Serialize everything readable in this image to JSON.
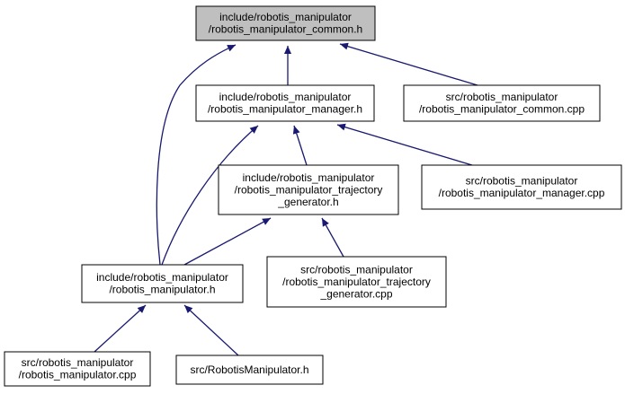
{
  "graph": {
    "colors": {
      "background": "#ffffff",
      "node_fill": "#ffffff",
      "focus_fill": "#bfbfbf",
      "border": "#000000",
      "edge": "#191970"
    },
    "nodes": [
      {
        "id": "common_h",
        "lines": [
          "include/robotis_manipulator",
          "/robotis_manipulator_common.h"
        ],
        "focus": true
      },
      {
        "id": "manager_h",
        "lines": [
          "include/robotis_manipulator",
          "/robotis_manipulator_manager.h"
        ],
        "focus": false
      },
      {
        "id": "common_cpp",
        "lines": [
          "src/robotis_manipulator",
          "/robotis_manipulator_common.cpp"
        ],
        "focus": false
      },
      {
        "id": "traj_h",
        "lines": [
          "include/robotis_manipulator",
          "/robotis_manipulator_trajectory",
          "_generator.h"
        ],
        "focus": false
      },
      {
        "id": "manager_cpp",
        "lines": [
          "src/robotis_manipulator",
          "/robotis_manipulator_manager.cpp"
        ],
        "focus": false
      },
      {
        "id": "manip_h",
        "lines": [
          "include/robotis_manipulator",
          "/robotis_manipulator.h"
        ],
        "focus": false
      },
      {
        "id": "traj_cpp",
        "lines": [
          "src/robotis_manipulator",
          "/robotis_manipulator_trajectory",
          "_generator.cpp"
        ],
        "focus": false
      },
      {
        "id": "manip_cpp",
        "lines": [
          "src/robotis_manipulator",
          "/robotis_manipulator.cpp"
        ],
        "focus": false
      },
      {
        "id": "robotis_h",
        "lines": [
          "src/RobotisManipulator.h"
        ],
        "focus": false
      }
    ],
    "edges": [
      {
        "id": "manager_h-to-common_h",
        "from": "manager_h",
        "to": "common_h"
      },
      {
        "id": "common_cpp-to-common_h",
        "from": "common_cpp",
        "to": "common_h"
      },
      {
        "id": "manip_h-to-common_h",
        "from": "manip_h",
        "to": "common_h"
      },
      {
        "id": "traj_h-to-manager_h",
        "from": "traj_h",
        "to": "manager_h"
      },
      {
        "id": "manager_cpp-to-manager_h",
        "from": "manager_cpp",
        "to": "manager_h"
      },
      {
        "id": "manip_h-to-manager_h",
        "from": "manip_h",
        "to": "manager_h"
      },
      {
        "id": "manip_h-to-traj_h",
        "from": "manip_h",
        "to": "traj_h"
      },
      {
        "id": "traj_cpp-to-traj_h",
        "from": "traj_cpp",
        "to": "traj_h"
      },
      {
        "id": "manip_cpp-to-manip_h",
        "from": "manip_cpp",
        "to": "manip_h"
      },
      {
        "id": "robotis_h-to-manip_h",
        "from": "robotis_h",
        "to": "manip_h"
      }
    ]
  }
}
